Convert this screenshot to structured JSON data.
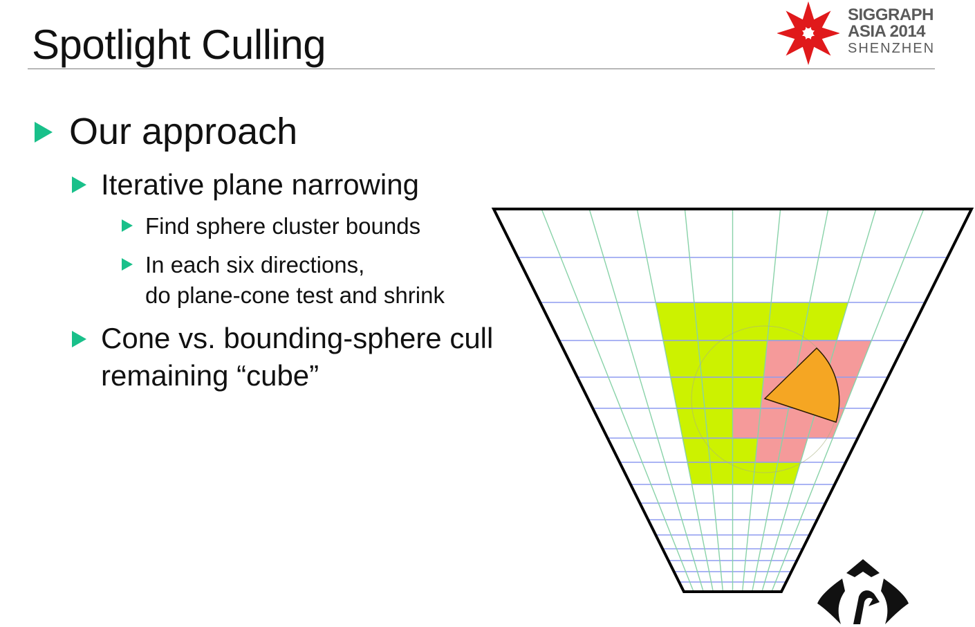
{
  "slide": {
    "title": "Spotlight Culling"
  },
  "conference": {
    "line1": "SIGGRAPH",
    "line2": "ASIA 2014",
    "line3": "SHENZHEN",
    "star_color": "#e0191b"
  },
  "bullets": {
    "level1_first": "Our approach",
    "level2_first": "Iterative plane narrowing",
    "level3_first": "Find sphere cluster bounds",
    "level3_second_line1": "In each six directions,",
    "level3_second_line2": "do plane-cone test and shrink",
    "level2_second_line1": "Cone vs. bounding-sphere cull",
    "level2_second_line2": "remaining “cube”"
  },
  "colors": {
    "bullet": "#19c08a",
    "cluster_bounds_fill": "#ccf200",
    "narrowed_cells_fill": "#f59a9a",
    "cone_fill": "#f5a623",
    "grid_depth_lines": "#8e9cf0",
    "grid_slice_lines": "#88d2a8"
  },
  "icons": {
    "conference_logo": "snowflake-star-icon",
    "studio_logo": "studio-logo-icon"
  }
}
